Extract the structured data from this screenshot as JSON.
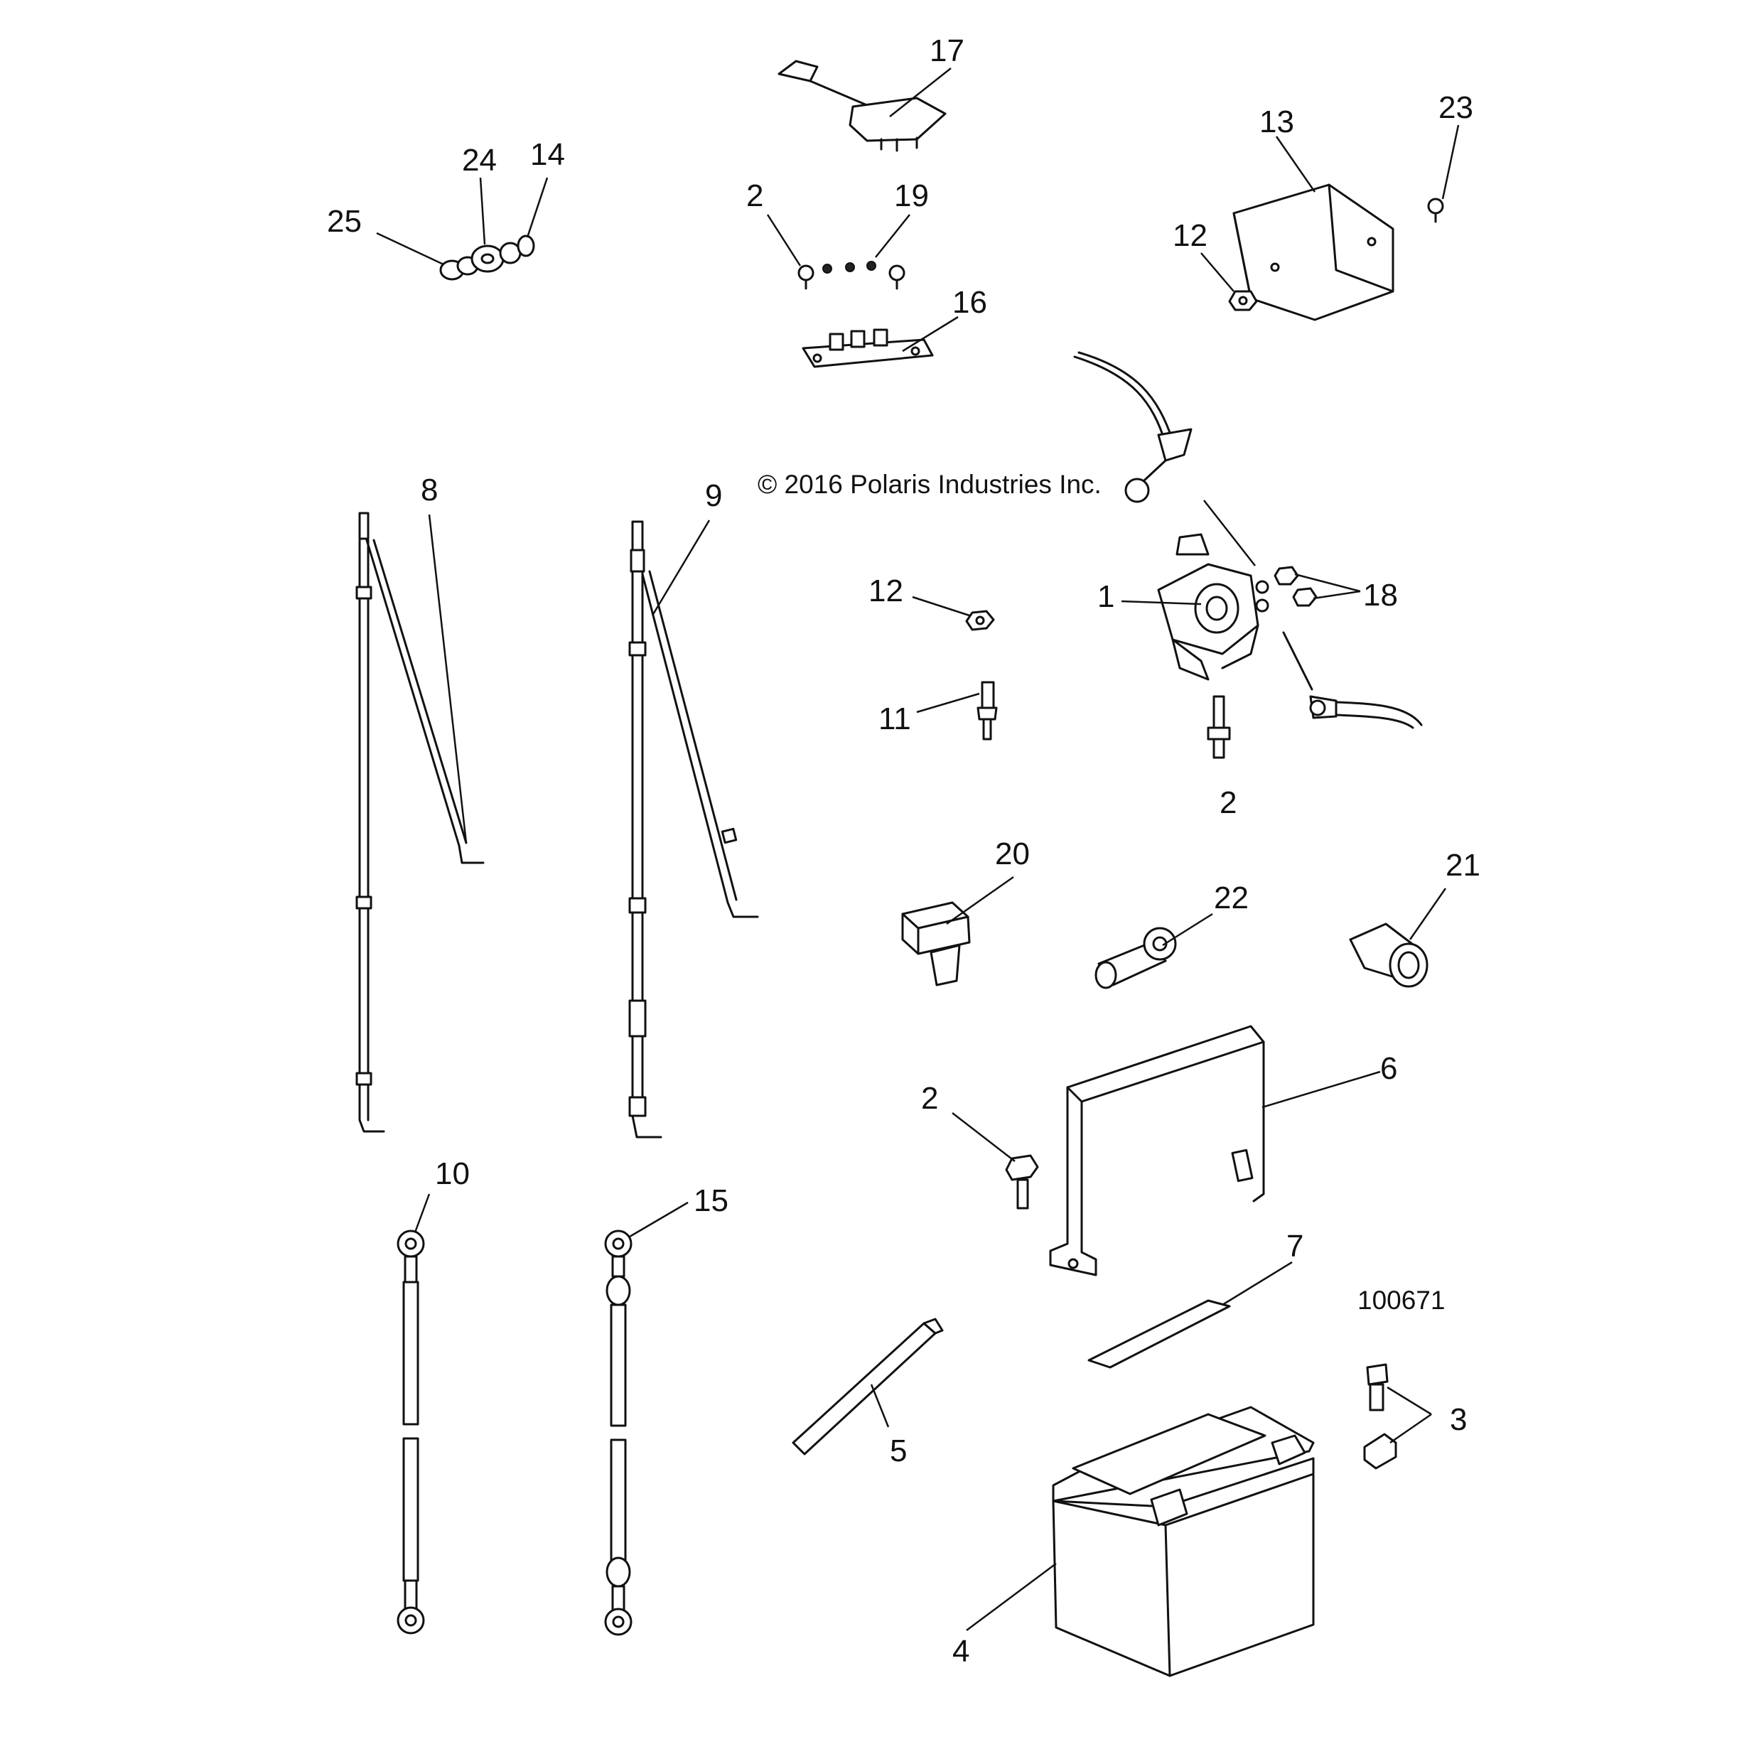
{
  "copyright": "© 2016 Polaris Industries Inc.",
  "figure_id": "100671",
  "callouts": {
    "c1": "1",
    "c2a": "2",
    "c2b": "2",
    "c2c": "2",
    "c3": "3",
    "c4": "4",
    "c5": "5",
    "c6": "6",
    "c7": "7",
    "c8": "8",
    "c9": "9",
    "c10": "10",
    "c11": "11",
    "c12a": "12",
    "c12b": "12",
    "c13": "13",
    "c14": "14",
    "c15": "15",
    "c16": "16",
    "c17": "17",
    "c18": "18",
    "c19": "19",
    "c20": "20",
    "c21": "21",
    "c22": "22",
    "c23": "23",
    "c24": "24",
    "c25": "25"
  }
}
